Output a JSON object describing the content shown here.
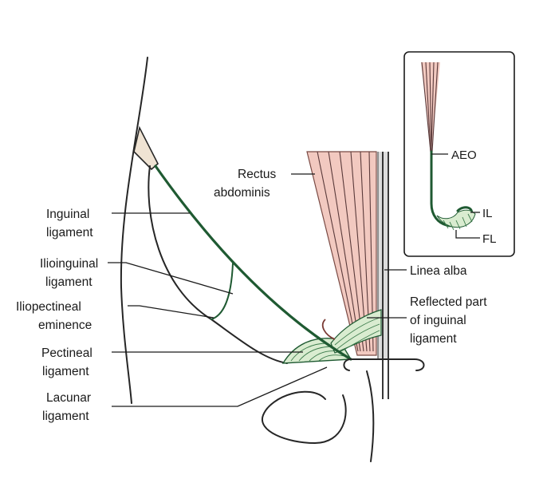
{
  "labels": {
    "rectus_abdominis_1": "Rectus",
    "rectus_abdominis_2": "abdominis",
    "inguinal_ligament_1": "Inguinal",
    "inguinal_ligament_2": "ligament",
    "ilioinguinal_ligament_1": "Ilioinguinal",
    "ilioinguinal_ligament_2": "ligament",
    "iliopectineal_eminence_1": "Iliopectineal",
    "iliopectineal_eminence_2": "eminence",
    "pectineal_ligament_1": "Pectineal",
    "pectineal_ligament_2": "ligament",
    "lacunar_ligament_1": "Lacunar",
    "lacunar_ligament_2": "ligament",
    "linea_alba": "Linea alba",
    "reflected_part_1": "Reflected part",
    "reflected_part_2": "of inguinal",
    "reflected_part_3": "ligament"
  },
  "inset": {
    "aeo": "AEO",
    "il": "IL",
    "fl": "FL"
  },
  "colors": {
    "ligament_green": "#1f5a32",
    "ligament_fill": "#d9ecd0",
    "muscle_pink": "#f2c9c0",
    "muscle_fiber": "#5a3a3a",
    "bone_cream": "#efe3d3",
    "outline": "#262626"
  }
}
